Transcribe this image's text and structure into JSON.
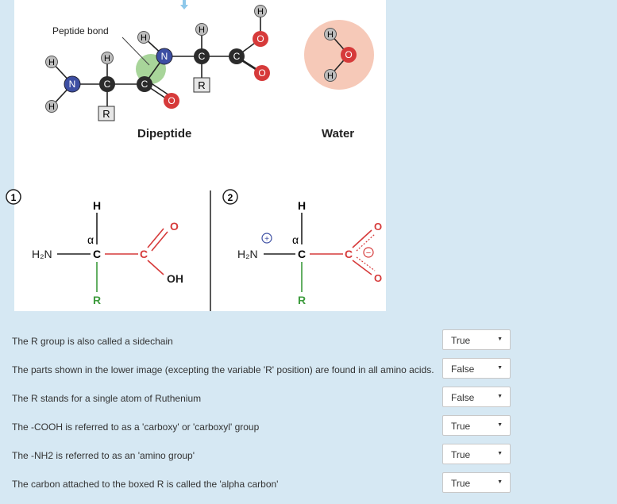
{
  "figure": {
    "upper": {
      "peptide_bond_label": "Peptide bond",
      "dipeptide_label": "Dipeptide",
      "water_label": "Water",
      "atoms": {
        "H": "H",
        "N": "N",
        "C": "C",
        "O": "O",
        "R": "R"
      }
    },
    "lower": {
      "panel1_number": "1",
      "panel2_number": "2",
      "alpha": "α",
      "h2n": "H₂N",
      "oh": "OH",
      "plus": "+",
      "minus": "−"
    }
  },
  "questions": [
    {
      "text": "The R group is also called a sidechain",
      "selected": "True"
    },
    {
      "text": "The parts shown in the lower image (excepting the variable 'R' position) are found in all amino acids.",
      "selected": "False"
    },
    {
      "text": "The R stands for a single atom of Ruthenium",
      "selected": "False"
    },
    {
      "text": "The -COOH is referred to as a 'carboxy' or 'carboxyl' group",
      "selected": "True"
    },
    {
      "text": "The -NH2 is referred to as an 'amino group'",
      "selected": "True"
    },
    {
      "text": "The carbon attached to the boxed R is called the 'alpha carbon'",
      "selected": "True"
    }
  ],
  "colors": {
    "nitrogen": "#3d4fa3",
    "oxygen": "#d63a3a",
    "carbon": "#2b2b2b",
    "hydrogen": "#bdbdbd",
    "peptide_highlight": "#a8d59a",
    "water_circle": "#f6c9b8",
    "bond_red": "#d63a3a",
    "bond_green": "#3d9b3d"
  }
}
